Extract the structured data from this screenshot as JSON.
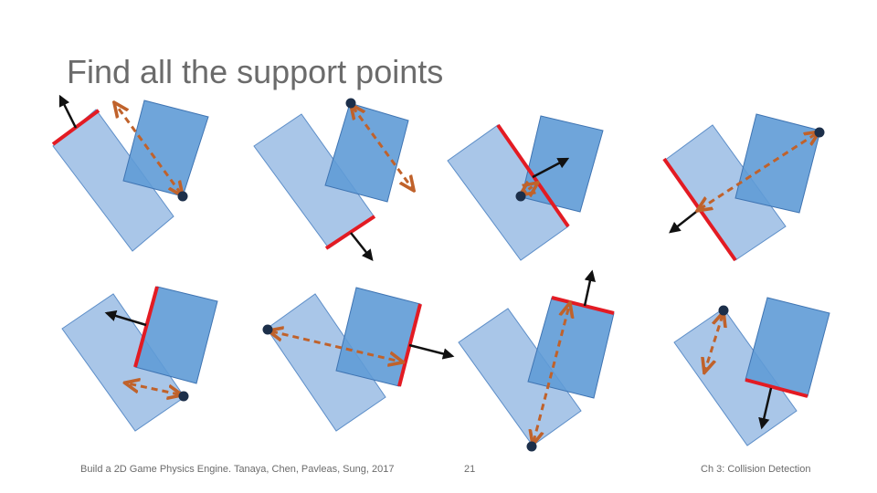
{
  "slide": {
    "title": "Find all the support points",
    "footer_left": "Build a 2D Game Physics Engine. Tanaya, Chen, Pavleas, Sung, 2017",
    "page_number": "21",
    "footer_right": "Ch 3: Collision Detection"
  },
  "colors": {
    "shape_a": "#a9c6e8",
    "shape_a_stroke": "#5d8ec8",
    "shape_b": "#5f9bd6",
    "shape_b_stroke": "#3f74b2",
    "edge": "#e31b23",
    "normal": "#111111",
    "support": "#c0622b",
    "point": "#1c2f4a"
  }
}
